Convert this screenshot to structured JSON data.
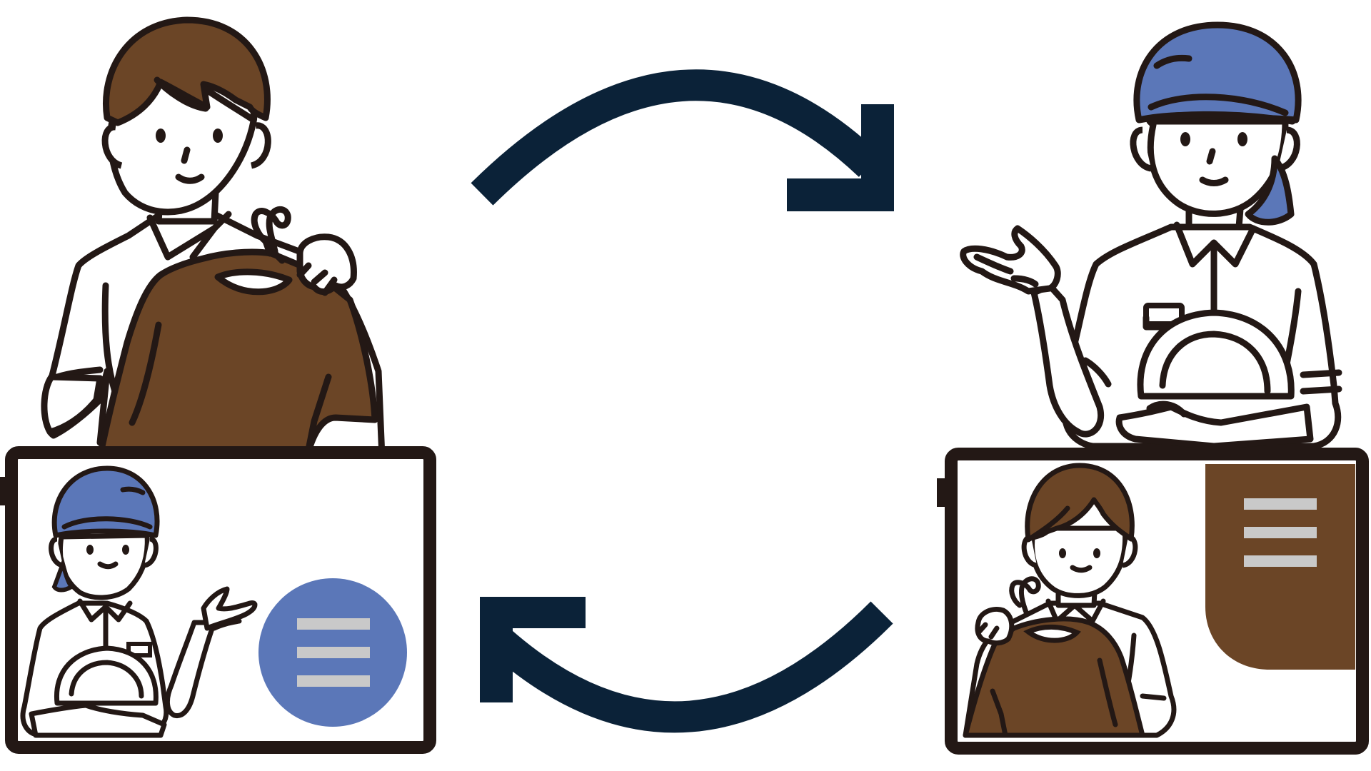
{
  "palette": {
    "outline": "#231815",
    "brown": "#6b4526",
    "blue": "#5b77b8",
    "navy": "#0b2238",
    "menu_line": "#c9c9c9",
    "white": "#ffffff"
  },
  "figures": {
    "customer_top_left": {
      "role": "customer",
      "holding": "t-shirt-on-hanger",
      "accent": "brown"
    },
    "staff_top_right": {
      "role": "staff",
      "headwear": "cap",
      "pose": "presenting-hand",
      "holding": "plate",
      "accent": "blue"
    },
    "video_left": {
      "shows": "staff",
      "menu_icon": "hamburger-icon",
      "menu_shape": "circle",
      "menu_color": "blue"
    },
    "video_right": {
      "shows": "customer",
      "menu_icon": "hamburger-icon",
      "menu_shape": "rounded-panel",
      "menu_color": "brown"
    }
  },
  "cycle": {
    "arrows": [
      "arrow-clockwise-top-icon",
      "arrow-clockwise-bottom-icon"
    ],
    "color": "navy"
  }
}
